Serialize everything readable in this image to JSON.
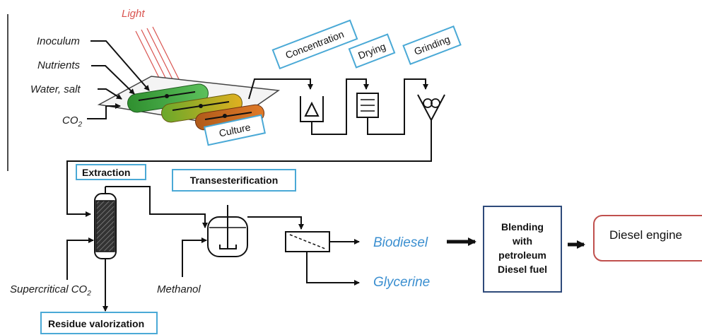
{
  "inputs": {
    "light": "Light",
    "inoculum": "Inoculum",
    "nutrients": "Nutrients",
    "water_salt": "Water, salt",
    "co2": "CO",
    "co2_sub": "2"
  },
  "steps": {
    "culture": "Culture",
    "concentration": "Concentration",
    "drying": "Drying",
    "grinding": "Grinding",
    "extraction": "Extraction",
    "transesterification": "Transesterification",
    "residue": "Residue valorization"
  },
  "side_inputs": {
    "supercritical": "Supercritical CO",
    "supercritical_sub": "2",
    "methanol": "Methanol"
  },
  "products": {
    "biodiesel": "Biodiesel",
    "glycerine": "Glycerine"
  },
  "blending": {
    "line1": "Blending",
    "line2": "with",
    "line3": "petroleum",
    "line4": "Diesel fuel"
  },
  "engine": "Diesel engine",
  "colors": {
    "step_border": "#4aa9d6",
    "product_text": "#3b8fd0",
    "light_text": "#d9534f",
    "blend_border": "#2e4a7a",
    "engine_border": "#c0504d",
    "pond_green": "#3aa23a",
    "pond_yellow": "#b5b520",
    "pond_orange": "#c8641e"
  }
}
